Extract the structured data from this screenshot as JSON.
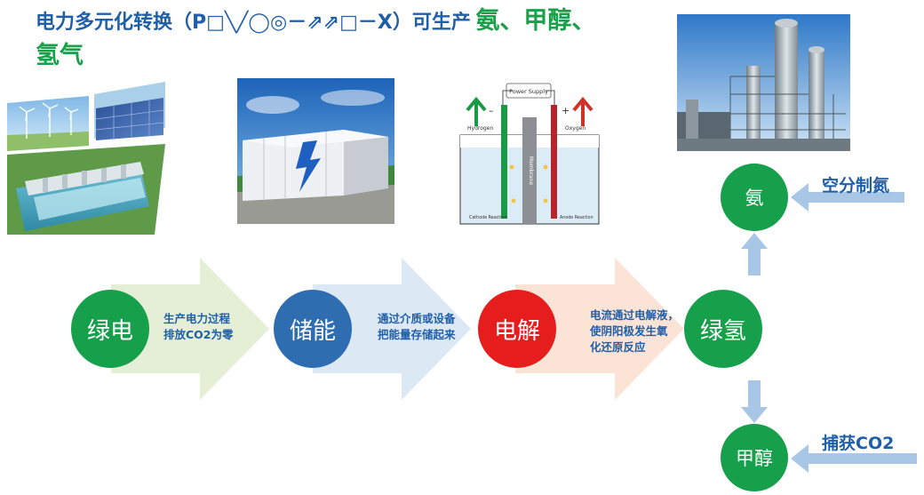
{
  "title": {
    "part1": "电力多元化转换（P□╲╱◯◎－⇗⇗□－X）可生产",
    "part2": "氨、甲醇、氢气"
  },
  "steps": [
    {
      "label": "绿电",
      "desc_lines": [
        "生产电力过程",
        "排放CO2为零"
      ]
    },
    {
      "label": "储能",
      "desc_lines": [
        "通过介质或设备",
        "把能量存储起来"
      ]
    },
    {
      "label": "电解",
      "desc_lines": [
        "电流通过电解液，",
        "使阴阳极发生氧",
        "化还原反应"
      ]
    },
    {
      "label": "绿氢"
    }
  ],
  "products": [
    {
      "label": "氨",
      "source": "空分制氮"
    },
    {
      "label": "甲醇",
      "source": "捕获CO2"
    }
  ],
  "electrolysis_image": {
    "power_supply": "Power Supply",
    "hydrogen": "Hydrogen",
    "oxygen": "Oxygen",
    "membrane": "Membrane",
    "minus": "–",
    "plus": "+",
    "cathode": "Cathode Reaction",
    "anode": "Anode Reaction"
  },
  "colors": {
    "title_blue": "#1f5fa8",
    "title_green": "#1aa04a",
    "circle_green": "#17a04b",
    "circle_blue": "#2f6db1",
    "circle_red": "#e51d1d",
    "arrow_green": "#e4efd6",
    "arrow_blue": "#dde8f5",
    "arrow_peach": "#fbe3d6",
    "connector": "#a8c6e6"
  }
}
